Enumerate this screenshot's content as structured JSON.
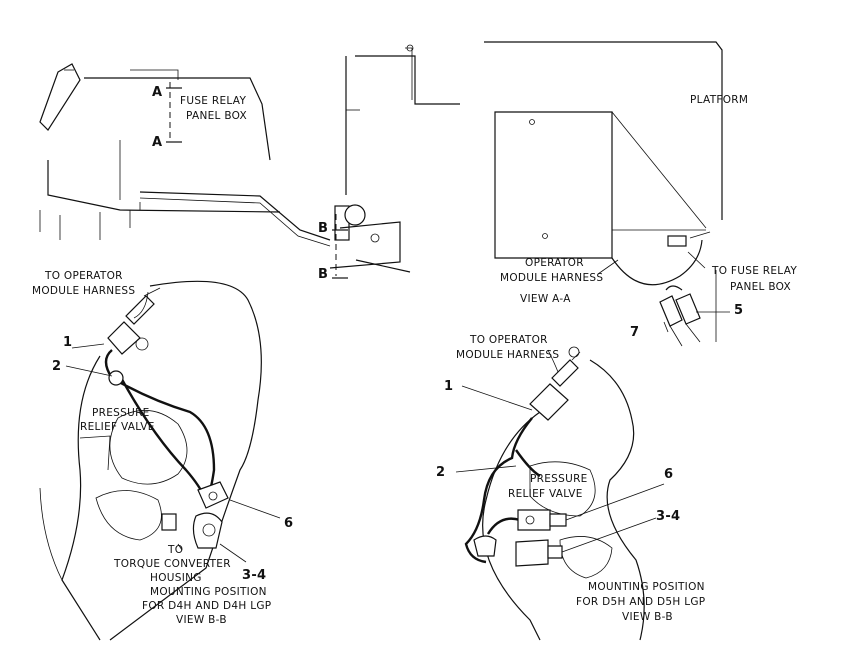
{
  "top_left": {
    "fuse_relay_panel_box": [
      "FUSE RELAY",
      "PANEL BOX"
    ],
    "section_a_top": "A",
    "section_a_bottom": "A",
    "section_b_top": "B",
    "section_b_bottom": "B"
  },
  "view_aa": {
    "platform": "PLATFORM",
    "operator_module_harness": [
      "OPERATOR",
      "MODULE HARNESS"
    ],
    "to_fuse_relay_panel_box": [
      "TO FUSE RELAY",
      "PANEL BOX"
    ],
    "caption": "VIEW A-A",
    "callout_7": "7",
    "callout_5": "5"
  },
  "view_bb_left": {
    "to_operator_module_harness": [
      "TO OPERATOR",
      "MODULE HARNESS"
    ],
    "callout_1": "1",
    "callout_2": "2",
    "pressure_relief_valve": [
      "PRESSURE",
      "RELIEF VALVE"
    ],
    "callout_6": "6",
    "callout_3_4": "3-4",
    "to_torque_converter_housing": [
      "TO",
      "TORQUE CONVERTER",
      "HOUSING"
    ],
    "mounting_position": [
      "MOUNTING POSITION",
      "FOR D4H AND D4H LGP",
      "VIEW B-B"
    ]
  },
  "view_bb_right": {
    "to_operator_module_harness": [
      "TO OPERATOR",
      "MODULE HARNESS"
    ],
    "callout_1": "1",
    "callout_2": "2",
    "pressure_relief_valve": [
      "PRESSURE",
      "RELIEF VALVE"
    ],
    "callout_6": "6",
    "callout_3_4": "3-4",
    "mounting_position": [
      "MOUNTING POSITION",
      "FOR D5H AND D5H LGP",
      "VIEW B-B"
    ]
  }
}
